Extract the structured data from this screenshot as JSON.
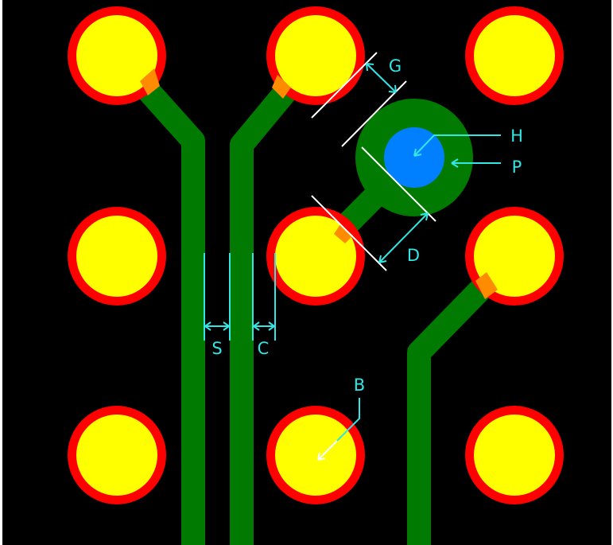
{
  "diagram": {
    "colors": {
      "background": "#000000",
      "trace": "#007a00",
      "pad_fill": "#ffff00",
      "pad_ring": "#ff0000",
      "overlap": "#ff8c00",
      "via_drill": "#0080ff",
      "annotation": "#33e6e6",
      "annotation_arrow": "#ffffff"
    },
    "labels": {
      "gap": "G",
      "hole": "H",
      "pad": "P",
      "diameter": "D",
      "spacing": "S",
      "clearance": "C",
      "bga_pad": "B"
    }
  }
}
